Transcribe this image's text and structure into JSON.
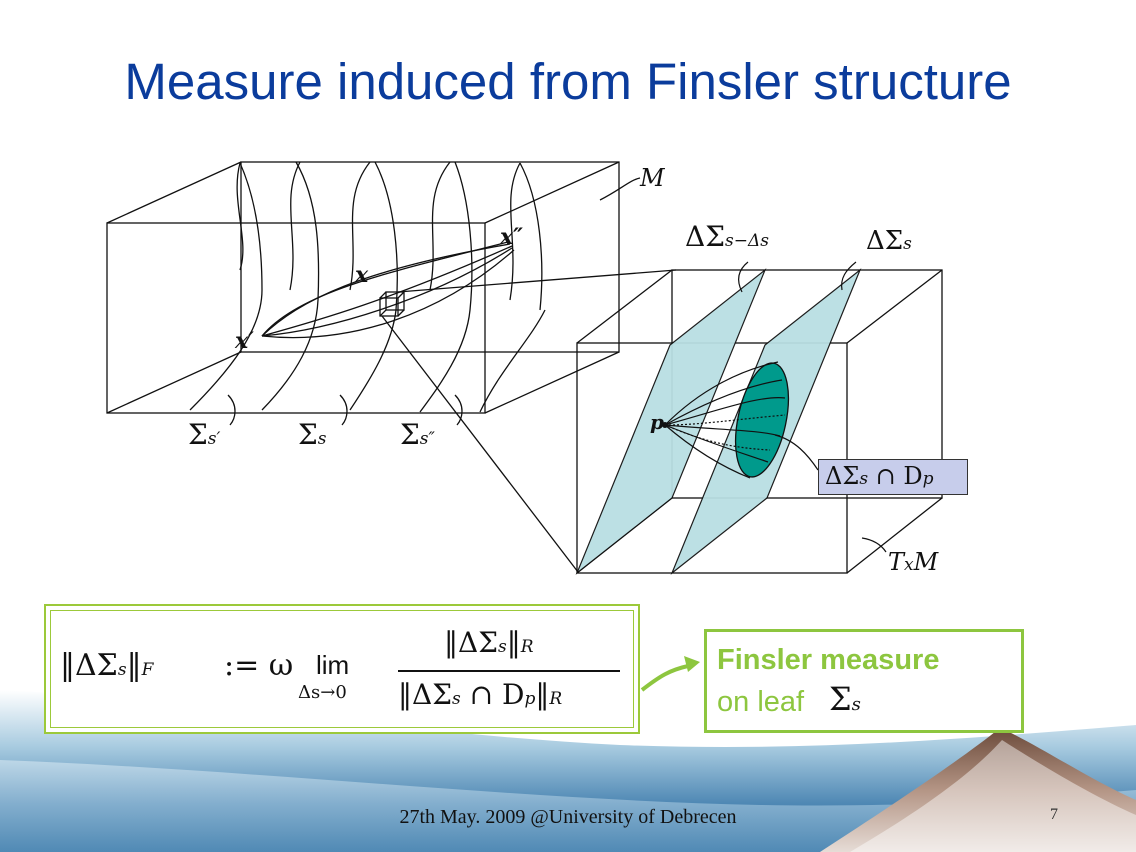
{
  "slide": {
    "title": "Measure induced from Finsler structure",
    "footer": "27th May. 2009 @University of Debrecen",
    "page_number": "7"
  },
  "diagram": {
    "label_M": "M",
    "label_x": "x",
    "label_x_prime": "x′",
    "label_x_dprime": "x″",
    "label_sigma_sprime": "Σ",
    "label_sigma_sprime_sub": "s′",
    "label_sigma_s": "Σ",
    "label_sigma_s_sub": "s",
    "label_sigma_sdprime": "Σ",
    "label_sigma_sdprime_sub": "s″",
    "label_delta_sigma_s_minus": "ΔΣ",
    "label_delta_sigma_s_minus_sub": "s−Δs",
    "label_delta_sigma_s": "ΔΣ",
    "label_delta_sigma_s_sub": "s",
    "label_p": "p",
    "label_tag_main": "ΔΣ",
    "label_tag_sub": "s",
    "label_tag_rest": " ∩ D",
    "label_tag_rest_sub": "p",
    "label_TxM": "T",
    "label_TxM_sub": "x",
    "label_TxM_rest": "M"
  },
  "formula": {
    "lhs": "‖ΔΣ",
    "lhs_sub": "s",
    "lhs_close": "‖",
    "lhs_norm_sub": "F",
    "assign": ":= ω",
    "lim": "lim",
    "lim_sub": "Δs→0",
    "num": "‖ΔΣ",
    "num_sub": "s",
    "num_close": "‖",
    "num_norm_sub": "R",
    "den": "‖ΔΣ",
    "den_sub": "s",
    "den_mid": " ∩ D",
    "den_mid_sub": "p",
    "den_close": "‖",
    "den_norm_sub": "R"
  },
  "callout": {
    "line1": "Finsler measure",
    "line2": "on leaf",
    "symbol": "Σ",
    "symbol_sub": "s",
    "border_color": "#8dc63f"
  },
  "colors": {
    "title": "#0b3c9c",
    "accent_green": "#8dc63f",
    "plane_fill": "#b9dfe3",
    "disk_fill": "#009a8c"
  }
}
